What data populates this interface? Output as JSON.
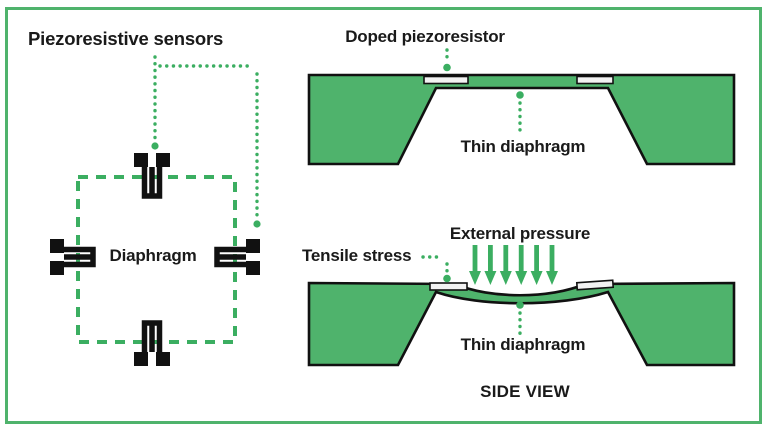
{
  "figure": {
    "topic": "Piezoresistive pressure sensor diagram"
  },
  "colors": {
    "green_fill": "#4FB36C",
    "green_line": "#3BAE61",
    "outline": "#111111",
    "strip_fill": "#F2F2F2",
    "text": "#1A1A1A",
    "background": "#FFFFFF"
  },
  "top_view": {
    "sensors_label": "Piezoresistive sensors",
    "diaphragm_label": "Diaphragm",
    "sensor_count": 4
  },
  "side_view_rest": {
    "doped_piezoresistor_label": "Doped piezoresistor",
    "thin_diaphragm_label": "Thin diaphragm"
  },
  "side_view_pressure": {
    "external_pressure_label": "External pressure",
    "tensile_stress_label": "Tensile stress",
    "thin_diaphragm_label": "Thin diaphragm",
    "pressure_arrow_count": 6
  },
  "caption": {
    "side_view_label": "SIDE VIEW"
  }
}
